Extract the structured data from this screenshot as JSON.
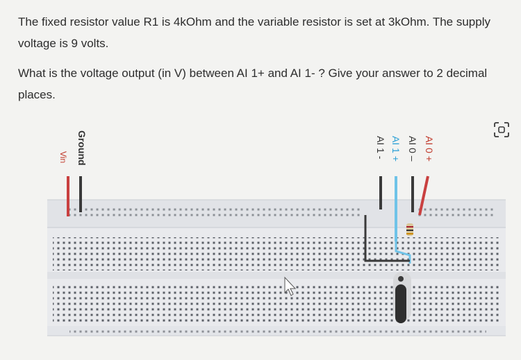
{
  "question": {
    "line1": "The fixed resistor value R1 is 4kOhm and the variable resistor is set  at 3kOhm. The supply voltage is 9 volts.",
    "line2": "What is the voltage output (in V) between AI 1+ and AI 1- ? Give your answer to 2 decimal places."
  },
  "diagram": {
    "labels": {
      "vin": "Vin",
      "ground": "Ground",
      "ai0_plus": "AI 0 +",
      "ai0_minus": "AI 0 –",
      "ai1_plus": "AI 1 +",
      "ai1_minus": "AI 1 -"
    },
    "colors": {
      "vin_label": "#c0392b",
      "ground_label": "#333333",
      "ai0_plus_label": "#c0392b",
      "ai0_minus_label": "#333333",
      "ai1_plus_label": "#2a9fd6",
      "ai1_minus_label": "#333333",
      "red_wire": "#c94040",
      "blue_wire": "#6fc3e8",
      "dark_wire": "#3a3a3a",
      "board": "#ebecef",
      "rail": "#e2e4e8"
    }
  },
  "icons": {
    "scan": "scan-focus-icon"
  }
}
